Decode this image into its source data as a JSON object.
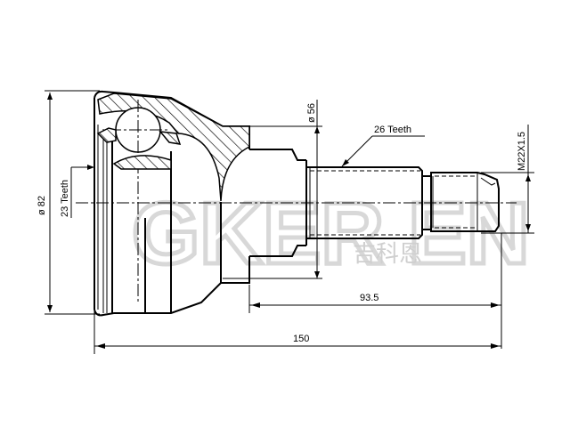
{
  "drawing": {
    "subject": "CV joint (outer) technical drawing",
    "watermark": {
      "latin": "GKER EN",
      "chinese": "吉科恩",
      "color": "#d8d8d8"
    },
    "dimensions": {
      "housing_diameter": "ø 82",
      "shaft_diameter": "ø 56",
      "inner_spline": "23 Teeth",
      "outer_spline": "26 Teeth",
      "thread": "M22X1.5",
      "shaft_length": "93.5",
      "overall_length": "150"
    }
  }
}
